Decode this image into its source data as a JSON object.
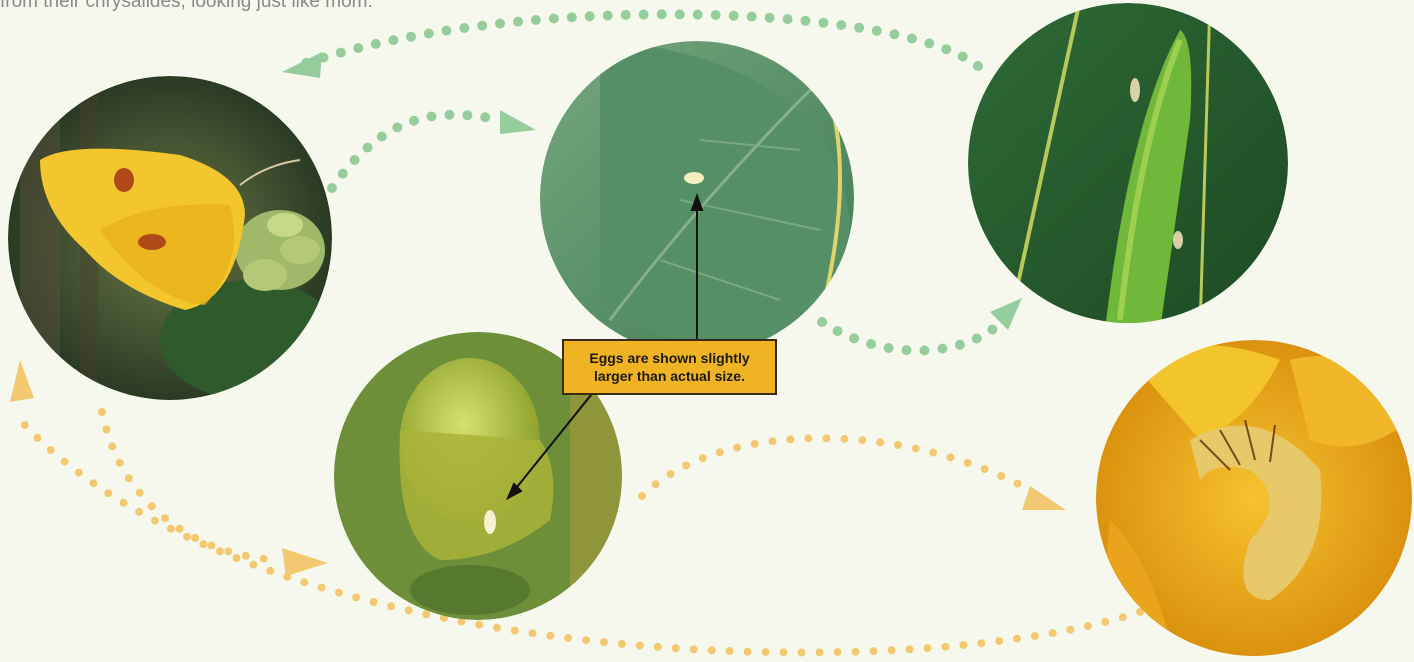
{
  "intro_text": "from their chrysalides, looking just like mom.",
  "callout_text": "Eggs are shown slightly larger than actual size.",
  "stages": [
    {
      "name": "adult-butterfly-photo",
      "icon": "butterfly-on-buds"
    },
    {
      "name": "egg-on-leaf-photo",
      "icon": "egg-on-leaf"
    },
    {
      "name": "caterpillar-on-leaf-photo",
      "icon": "green-caterpillar"
    },
    {
      "name": "egg-on-bud-photo",
      "icon": "egg-on-flower-bud"
    },
    {
      "name": "caterpillar-in-flower-photo",
      "icon": "yellow-caterpillar"
    }
  ],
  "colors": {
    "green_path": "#96cd9c",
    "yellow_path": "#f2c970",
    "callout_bg": "#f0b323",
    "background": "#f6f8ee"
  }
}
